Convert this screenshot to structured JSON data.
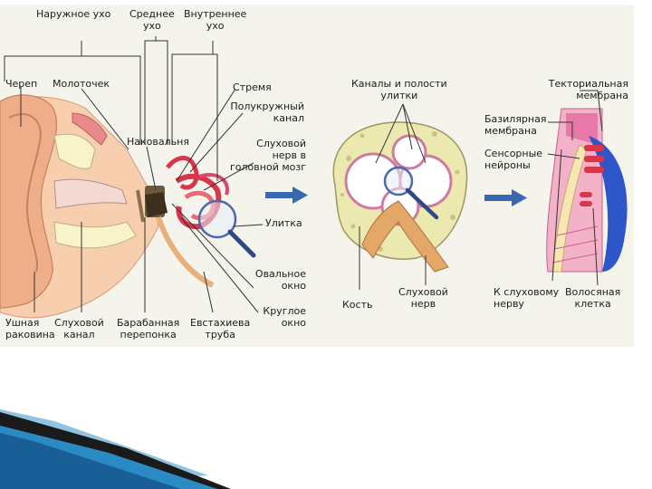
{
  "labels": {
    "outer_ear": "Наружное ухо",
    "middle_ear": "Среднее\nухо",
    "inner_ear": "Внутреннее\nухо",
    "skull": "Череп",
    "hammer": "Молоточек",
    "stapes": "Стремя",
    "semicircular": "Полукружный\nканал",
    "anvil": "Наковальня",
    "auditory_nerve_brain": "Слуховой\nнерв в\nголовной мозг",
    "cochlea": "Улитка",
    "oval_window": "Овальное\nокно",
    "round_window": "Круглое\nокно",
    "auricle": "Ушная\nраковина",
    "ear_canal": "Слуховой\nканал",
    "eardrum": "Барабанная\nперепонка",
    "eustachian": "Евстахиева\nтруба",
    "canals": "Каналы и полости\nулитки",
    "bone": "Кость",
    "auditory_nerve": "Слуховой\nнерв",
    "tectorial": "Текториальная\nмембрана",
    "basilar": "Базилярная\nмембрана",
    "sensory": "Сенсорные\nнейроны",
    "to_nerve": "К слуховому\nнерву",
    "hair_cell": "Волосяная\nклетка"
  },
  "colors": {
    "panel_bg": "#f4f3ec",
    "skin": "#f0b48e",
    "bone": "#ece9b0",
    "membrane_pink": "#e77aa4",
    "cochlea_red": "#d8364a",
    "blue_membrane": "#2f56c8",
    "arrow_blue": "#3a68b0",
    "nerve_orange": "#e8b070",
    "slide_accent": "#1e7fb8"
  }
}
